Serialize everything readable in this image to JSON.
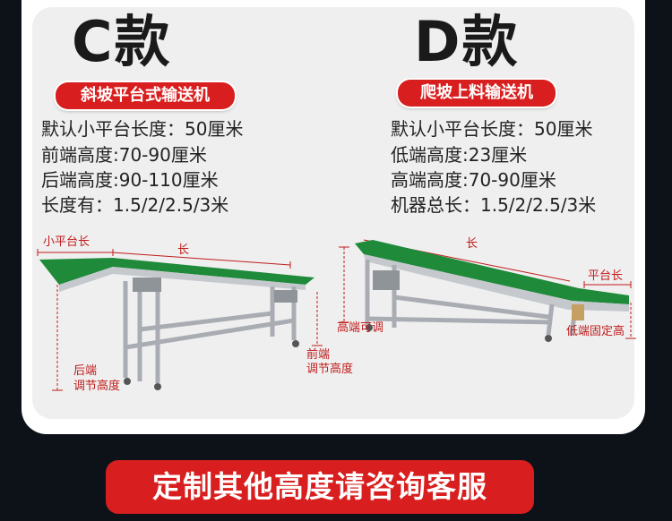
{
  "c_model": {
    "title": "C款",
    "tag": "斜坡平台式输送机",
    "specs": [
      "默认小平台长度：50厘米",
      "前端高度:70-90厘米",
      "后端高度:90-110厘米",
      "长度有：1.5/2/2.5/3米"
    ],
    "labels": {
      "platform": "小平台长",
      "length": "长",
      "rear1": "后端",
      "rear2": "调节高度",
      "front1": "前端",
      "front2": "调节高度"
    }
  },
  "d_model": {
    "title": "D款",
    "tag": "爬坡上料输送机",
    "specs": [
      "默认小平台长度：50厘米",
      "低端高度:23厘米",
      "高端高度:70-90厘米",
      "机器总长：1.5/2/2.5/3米"
    ],
    "labels": {
      "length": "长",
      "platform": "平台长",
      "high": "高端可调",
      "low": "低端固定高"
    }
  },
  "footer": {
    "cta": "定制其他高度请咨询客服"
  },
  "colors": {
    "accent_red": "#d81e1e",
    "belt_green": "#1e8a3a",
    "frame_silver": "#b8bcc2",
    "background": "#0d1219"
  }
}
